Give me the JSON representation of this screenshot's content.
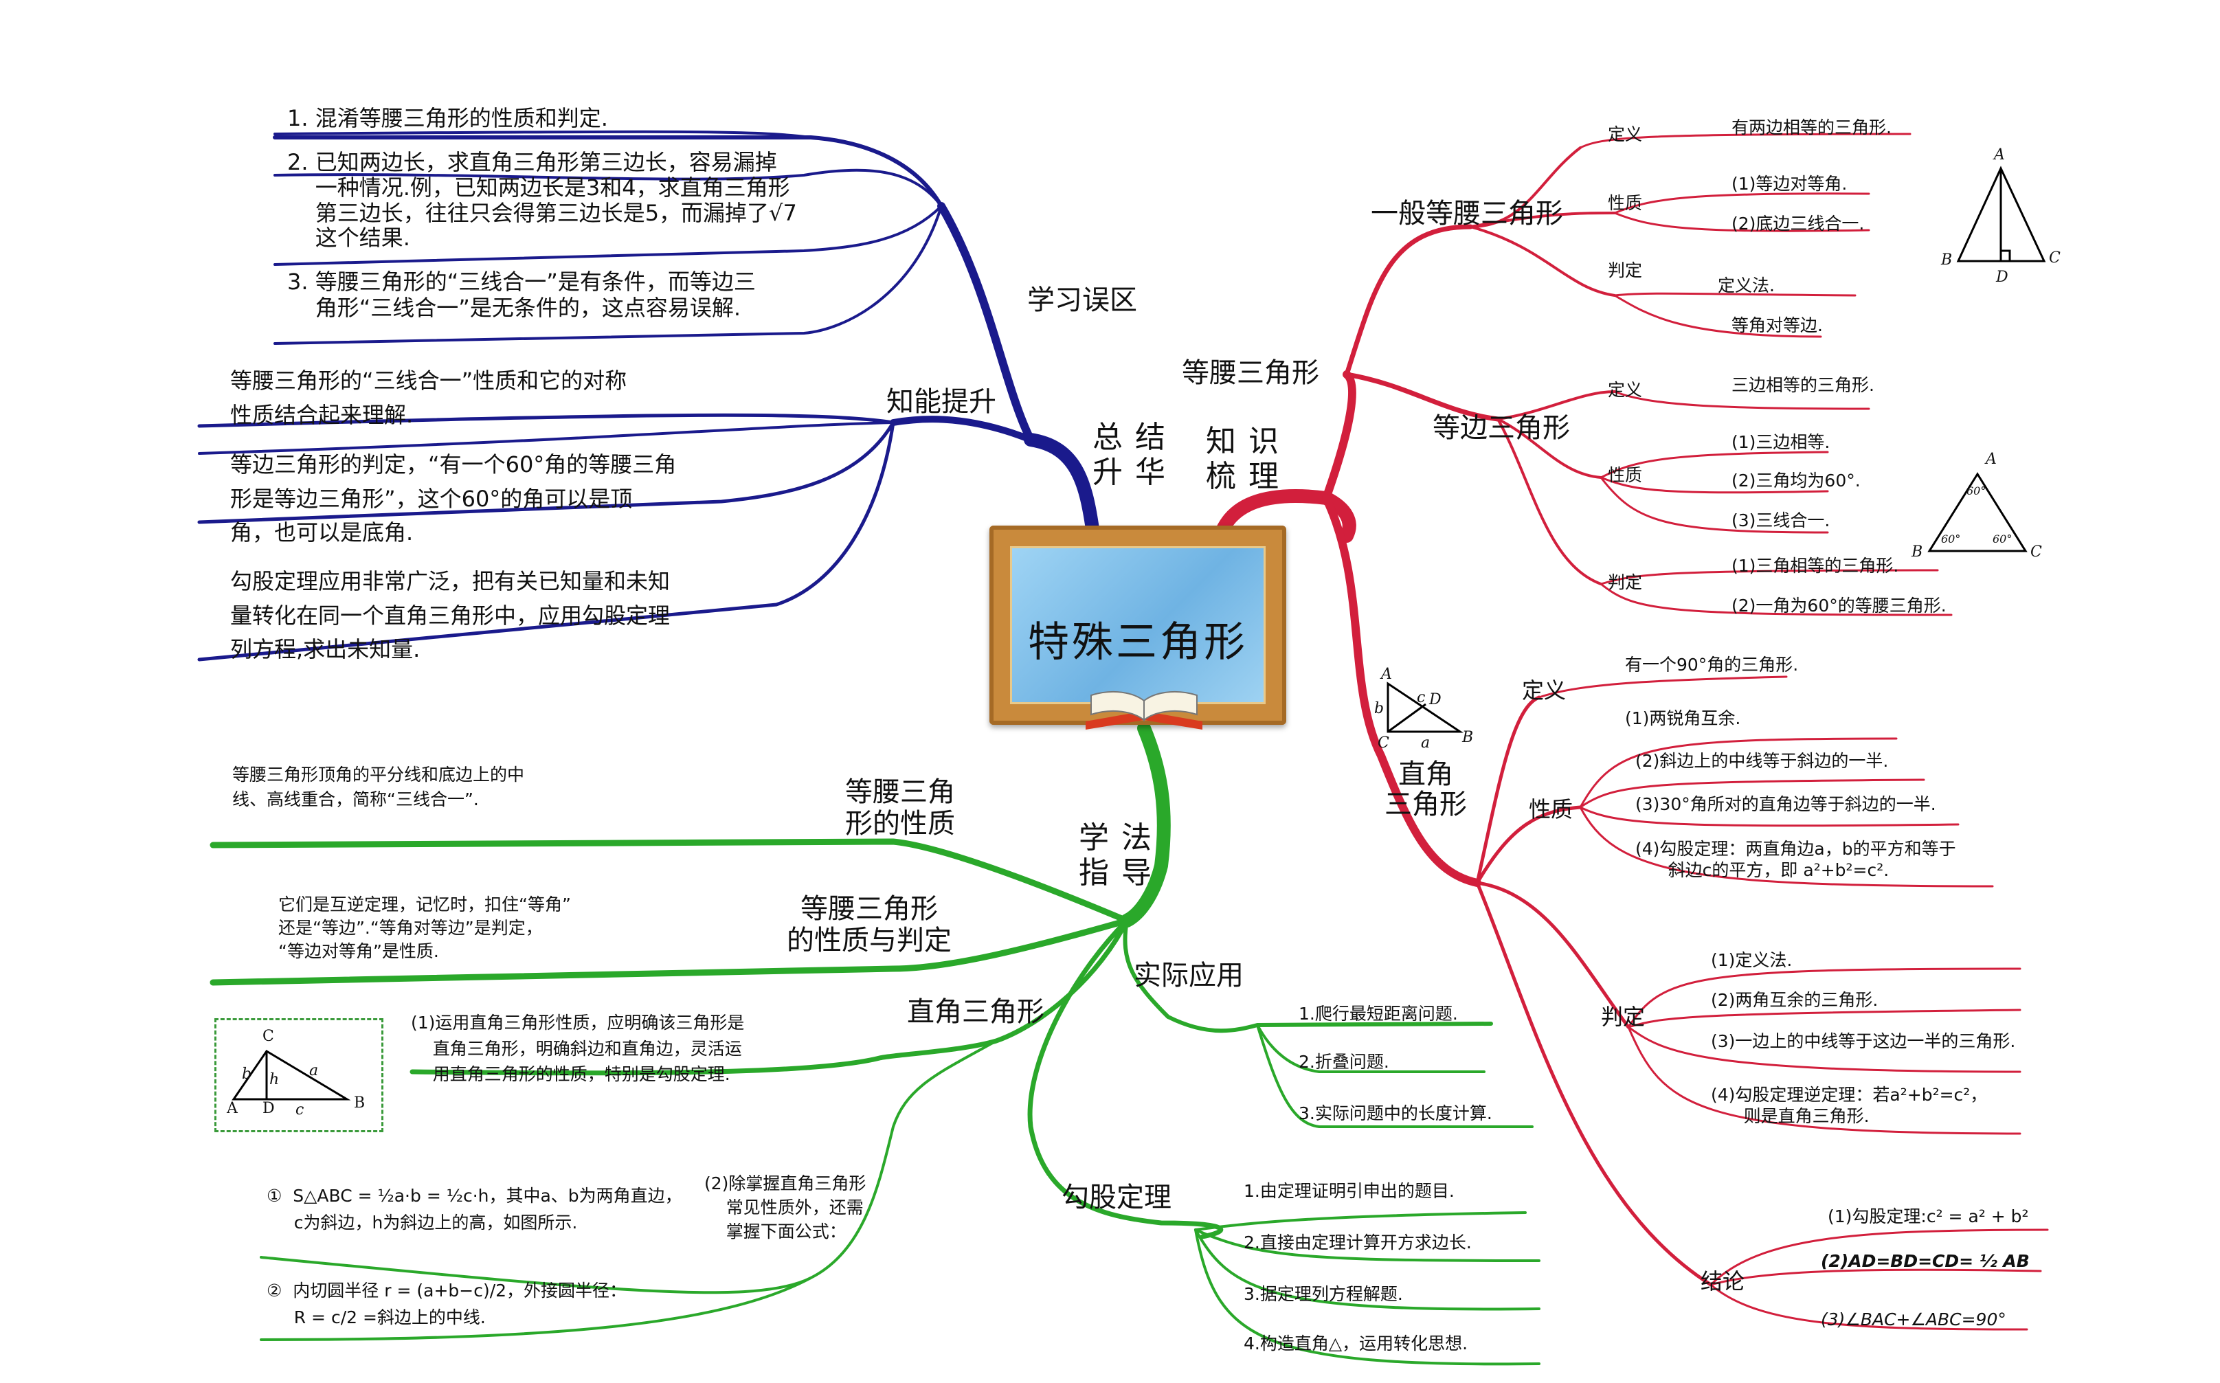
{
  "title": "特殊三角形",
  "hubs": {
    "summary": "总 结\n升 华",
    "knowledge": "知 识\n梳 理",
    "method": "学 法\n指 导"
  },
  "summary": {
    "mistakes": {
      "label": "学习误区",
      "items": [
        "1. 混淆等腰三角形的性质和判定.",
        "2. 已知两边长，求直角三角形第三边长，容易漏掉\n    一种情况.例，已知两边长是3和4，求直角三角形\n    第三边长，往往只会得第三边长是5，而漏掉了√7\n    这个结果.",
        "3. 等腰三角形的“三线合一”是有条件，而等边三\n    角形“三线合一”是无条件的，这点容易误解."
      ]
    },
    "ability": {
      "label": "知能提升",
      "items": [
        "等腰三角形的“三线合一”性质和它的对称\n性质结合起来理解.",
        "等边三角形的判定，“有一个60°角的等腰三角\n形是等边三角形”，这个60°的角可以是顶\n角，也可以是底角.",
        "勾股定理应用非常广泛，把有关已知量和未知\n量转化在同一个直角三角形中，应用勾股定理\n列方程,求出未知量."
      ]
    }
  },
  "knowledge": {
    "isosceles": {
      "label": "等腰三角形",
      "general": {
        "label": "一般等腰三角形",
        "def_label": "定义",
        "def": "有两边相等的三角形.",
        "prop_label": "性质",
        "props": [
          "(1)等边对等角.",
          "(2)底边三线合一."
        ],
        "judge_label": "判定",
        "judges": [
          "定义法.",
          "等角对等边."
        ]
      },
      "equilateral": {
        "label": "等边三角形",
        "def_label": "定义",
        "def": "三边相等的三角形.",
        "prop_label": "性质",
        "props": [
          "(1)三边相等.",
          "(2)三角均为60°.",
          "(3)三线合一."
        ],
        "judge_label": "判定",
        "judges": [
          "(1)三角相等的三角形.",
          "(2)一角为60°的等腰三角形."
        ]
      }
    },
    "right": {
      "label": "直角\n三角形",
      "def_label": "定义",
      "def": "有一个90°角的三角形.",
      "prop_label": "性质",
      "props": [
        "(1)两锐角互余.",
        "(2)斜边上的中线等于斜边的一半.",
        "(3)30°角所对的直角边等于斜边的一半.",
        "(4)勾股定理：两直角边a，b的平方和等于\n      斜边c的平方，即 a²+b²=c²."
      ],
      "judge_label": "判定",
      "judges": [
        "(1)定义法.",
        "(2)两角互余的三角形.",
        "(3)一边上的中线等于这边一半的三角形.",
        "(4)勾股定理逆定理：若a²+b²=c²，\n      则是直角三角形."
      ],
      "conc_label": "结论",
      "concs": [
        "(1)勾股定理:c² = a² + b²",
        "(2)AD=BD=CD= ½ AB",
        "(3)∠BAC+∠ABC=90°"
      ]
    }
  },
  "method": {
    "iso_prop": {
      "label": "等腰三角\n形的性质",
      "text": "等腰三角形顶角的平分线和底边上的中\n线、高线重合，简称“三线合一”."
    },
    "iso_judge": {
      "label": "等腰三角形\n的性质与判定",
      "text": "它们是互逆定理，记忆时，扣住“等角”\n还是“等边”.“等角对等边”是判定，\n“等边对等角”是性质."
    },
    "right": {
      "label": "直角三角形",
      "text1": "(1)运用直角三角形性质，应明确该三角形是\n    直角三角形，明确斜边和直角边，灵活运\n    用直角三角形的性质，特别是勾股定理.",
      "text2": "(2)除掌握直角三角形\n    常见性质外，还需\n    掌握下面公式：",
      "f1": "①  S△ABC = ½a·b = ½c·h，其中a、b为两角直边，\n     c为斜边，h为斜边上的高，如图所示.",
      "f2": "②  内切圆半径 r = (a+b−c)/2，外接圆半径：\n     R = c/2 =斜边上的中线."
    },
    "practical": {
      "label": "实际应用",
      "items": [
        "1.爬行最短距离问题.",
        "2.折叠问题.",
        "3.实际问题中的长度计算."
      ]
    },
    "pythag": {
      "label": "勾股定理",
      "items": [
        "1.由定理证明引申出的题目.",
        "2.直接由定理计算开方求边长.",
        "3.据定理列方程解题.",
        "4.构造直角△，运用转化思想."
      ]
    }
  },
  "figures": {
    "iso_tri": [
      "A",
      "B",
      "C",
      "D"
    ],
    "equi_tri": [
      "A",
      "B",
      "C",
      "60°",
      "60°",
      "60°"
    ],
    "right_tri": [
      "A",
      "C",
      "B",
      "D",
      "b",
      "c",
      "a"
    ],
    "right_tri2": [
      "C",
      "A",
      "D",
      "c",
      "B",
      "b",
      "h",
      "a"
    ]
  },
  "colors": {
    "blue": "#1a1a8c",
    "red": "#d21f3c",
    "green": "#2aa82a"
  }
}
